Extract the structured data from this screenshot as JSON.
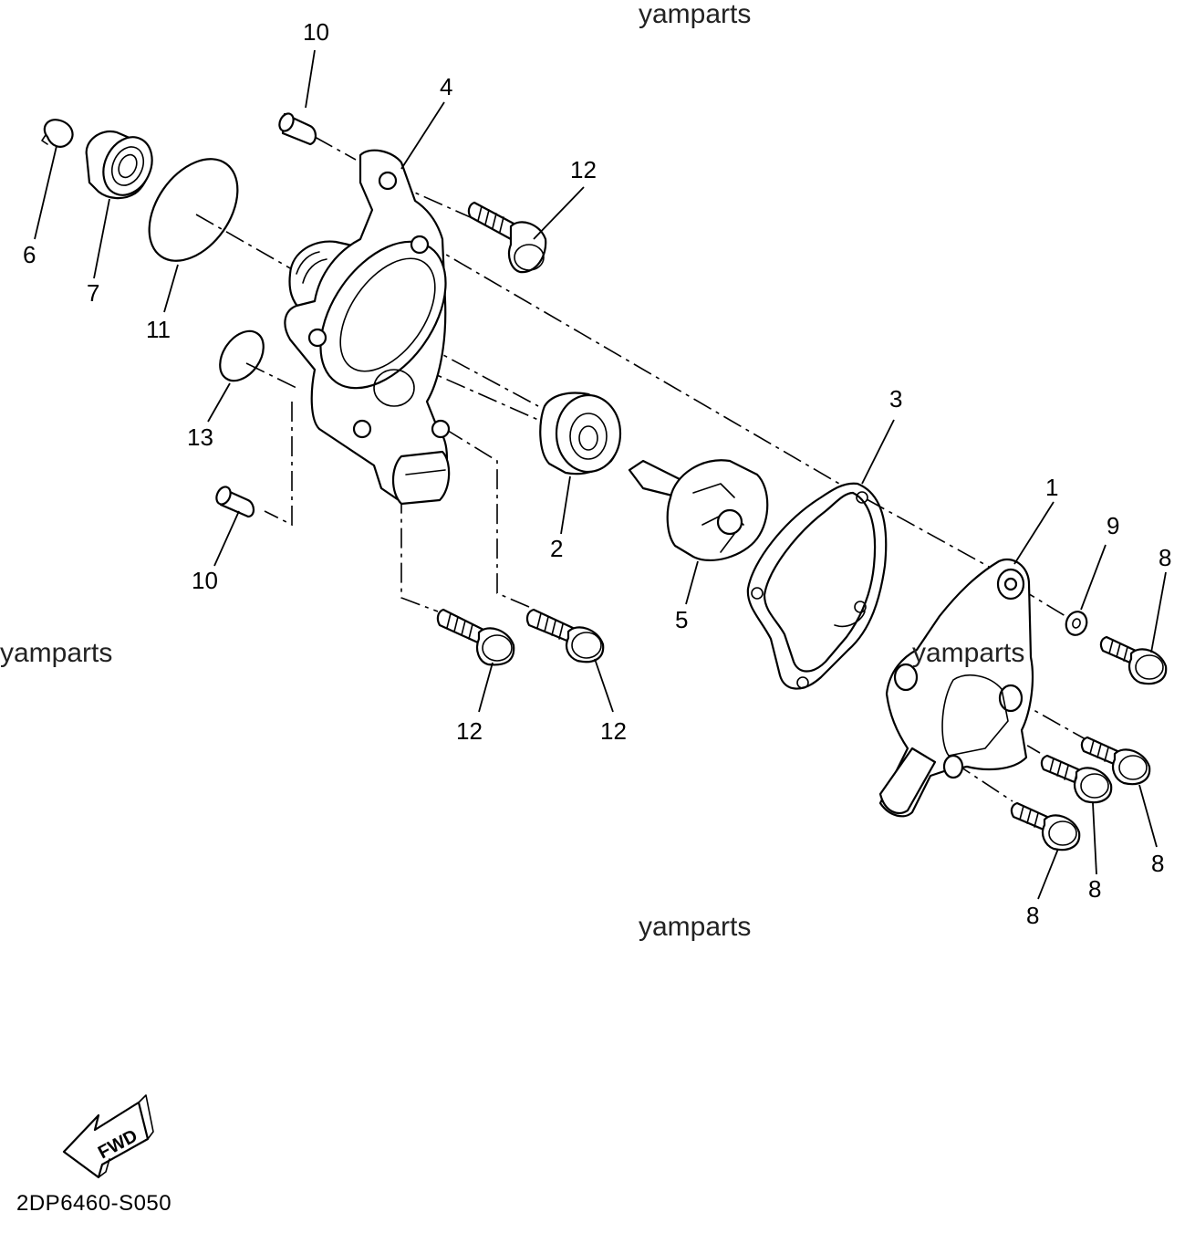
{
  "watermarks": [
    "yamparts",
    "yamparts",
    "yamparts",
    "yamparts"
  ],
  "callouts": {
    "c1": "1",
    "c2": "2",
    "c3": "3",
    "c4": "4",
    "c5": "5",
    "c6": "6",
    "c7": "7",
    "c8a": "8",
    "c8b": "8",
    "c8c": "8",
    "c8d": "8",
    "c9": "9",
    "c10a": "10",
    "c10b": "10",
    "c11": "11",
    "c12a": "12",
    "c12b": "12",
    "c12c": "12",
    "c13": "13"
  },
  "fwd_label": "FWD",
  "diagram_code": "2DP6460-S050"
}
